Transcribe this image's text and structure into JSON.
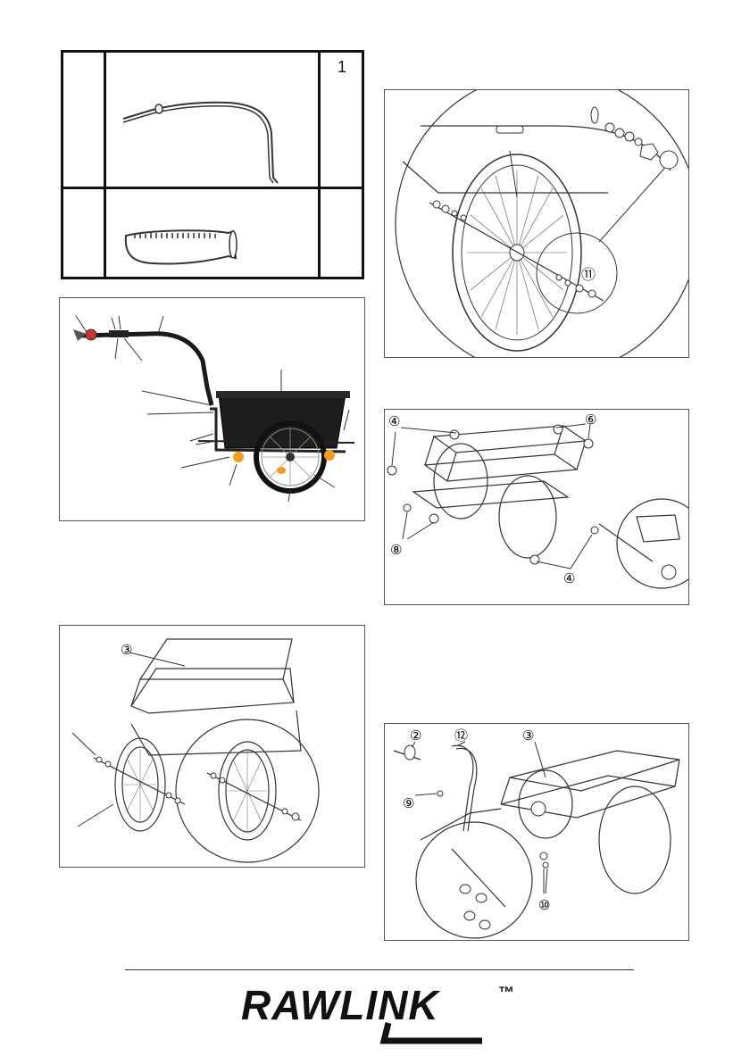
{
  "parts_table": {
    "rows": [
      {
        "qty": "1",
        "part": "tow-bar"
      },
      {
        "qty": "",
        "part": "handle-grip"
      }
    ]
  },
  "callouts": {
    "wheel_detail": "⑪",
    "frame_top_right": [
      "④",
      "⑥",
      "⑧",
      "④"
    ],
    "frame_bottom_left": [
      "③"
    ],
    "frame_bottom_right": [
      "②",
      "⑫",
      "③",
      "⑨",
      "⑩"
    ]
  },
  "brand": {
    "name": "RAWLINK",
    "trademark": "™"
  }
}
